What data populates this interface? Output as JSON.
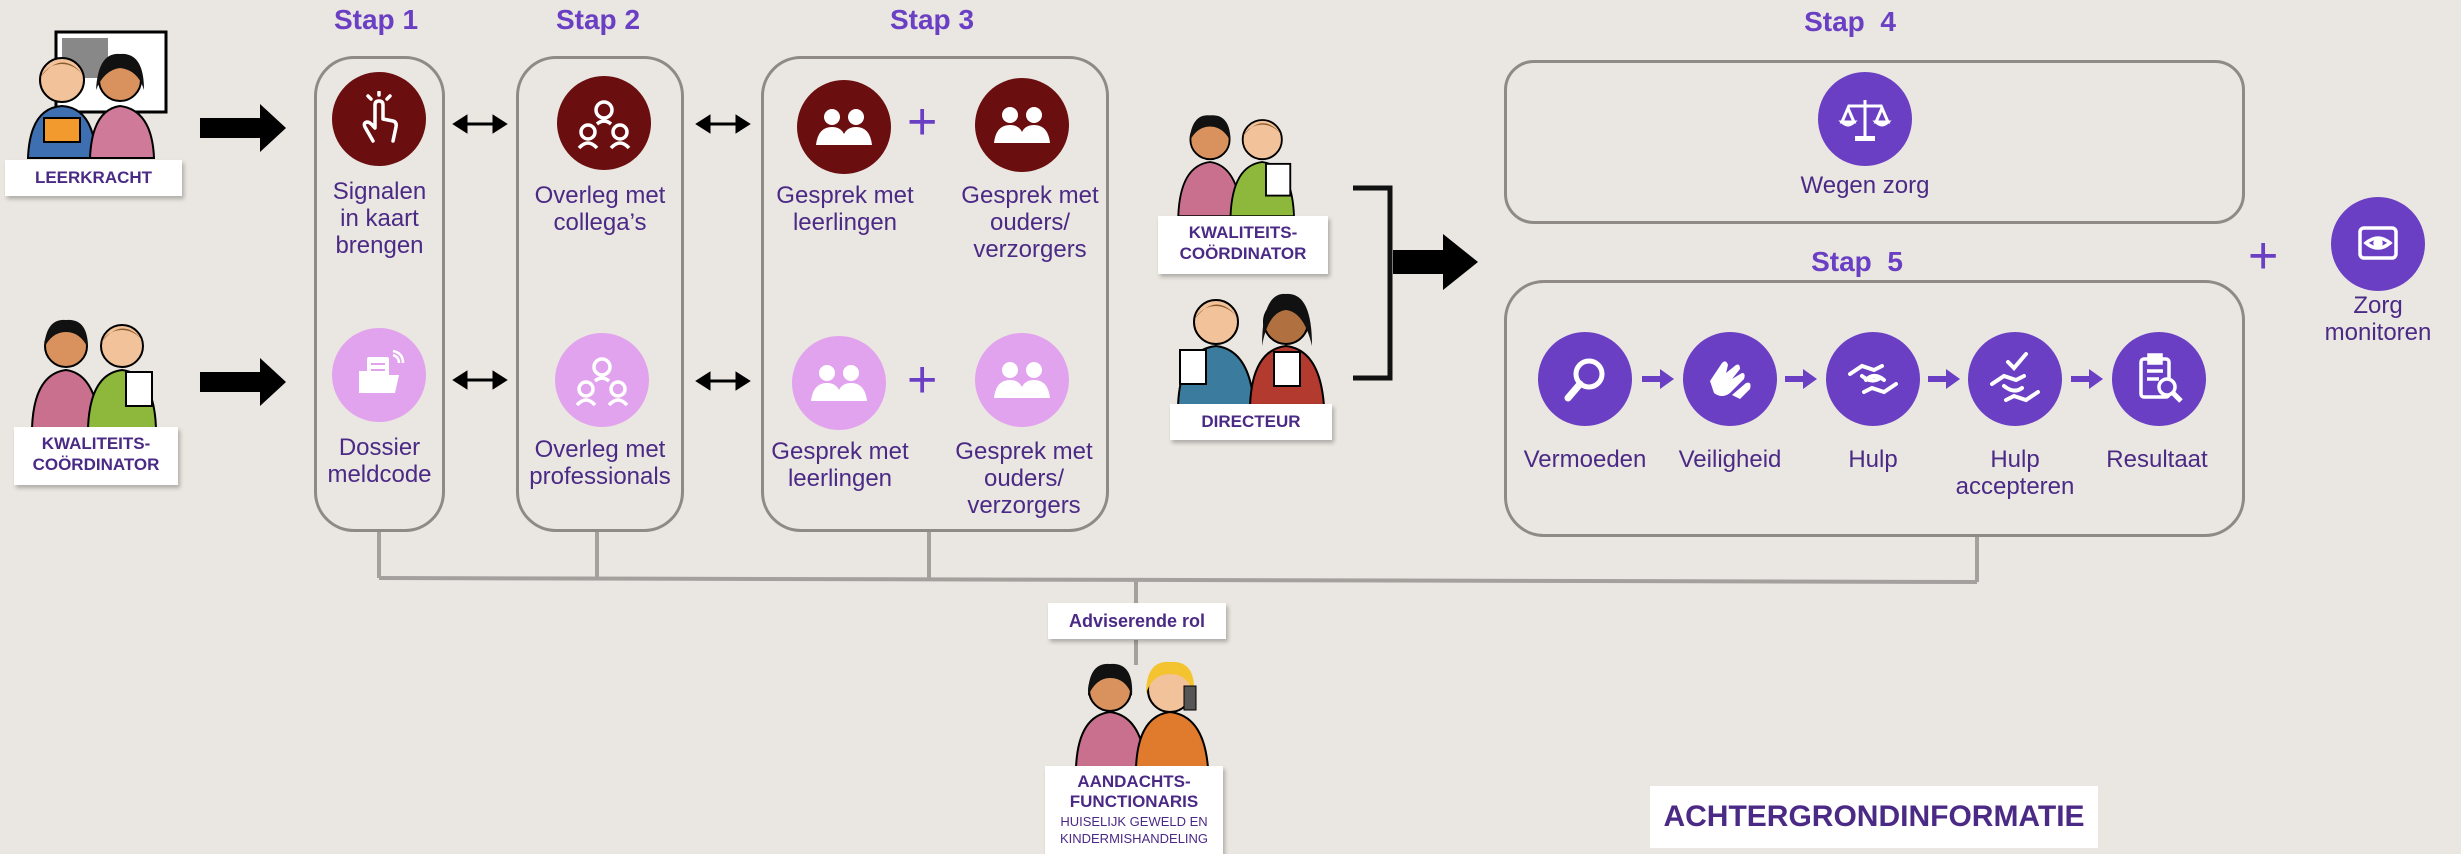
{
  "steps": {
    "stap1": "Stap 1",
    "stap2": "Stap 2",
    "stap3": "Stap 3",
    "stap4": "Stap  4",
    "stap5": "Stap  5"
  },
  "roles": {
    "leerkracht": "LEERKRACHT",
    "kwaliteit_line1": "KWALITEITS-",
    "kwaliteit_line2": "COÖRDINATOR",
    "directeur": "DIRECTEUR",
    "aandacht_line1": "AANDACHTS-",
    "aandacht_line2": "FUNCTIONARIS",
    "aandacht_sub1": "HUISELIJK GEWELD EN",
    "aandacht_sub2": "KINDERMISHANDELING"
  },
  "captions": {
    "signalen": [
      "Signalen",
      "in kaart",
      "brengen"
    ],
    "dossier": [
      "Dossier",
      "meldcode"
    ],
    "overleg_collegas": [
      "Overleg met",
      "collega’s"
    ],
    "overleg_prof": [
      "Overleg met",
      "professionals"
    ],
    "gesprek_leerlingen": [
      "Gesprek met",
      "leerlingen"
    ],
    "gesprek_ouders": [
      "Gesprek met",
      "ouders/",
      "verzorgers"
    ],
    "wegen_zorg": "Wegen zorg",
    "vermoeden": "Vermoeden",
    "veiligheid": "Veiligheid",
    "hulp": "Hulp",
    "hulp_accepteren": [
      "Hulp",
      "accepteren"
    ],
    "resultaat": "Resultaat",
    "zorg_monitoren": [
      "Zorg",
      "monitoren"
    ],
    "adviserende_rol": "Adviserende rol",
    "plus": "+"
  },
  "button": {
    "achtergrond": "ACHTERGRONDINFORMATIE"
  },
  "colors": {
    "dark_red": "#6A0E10",
    "pink": "#E2A3EE",
    "purple": "#6A3FC4",
    "text": "#4B2A86",
    "background": "#EAE6E1"
  }
}
